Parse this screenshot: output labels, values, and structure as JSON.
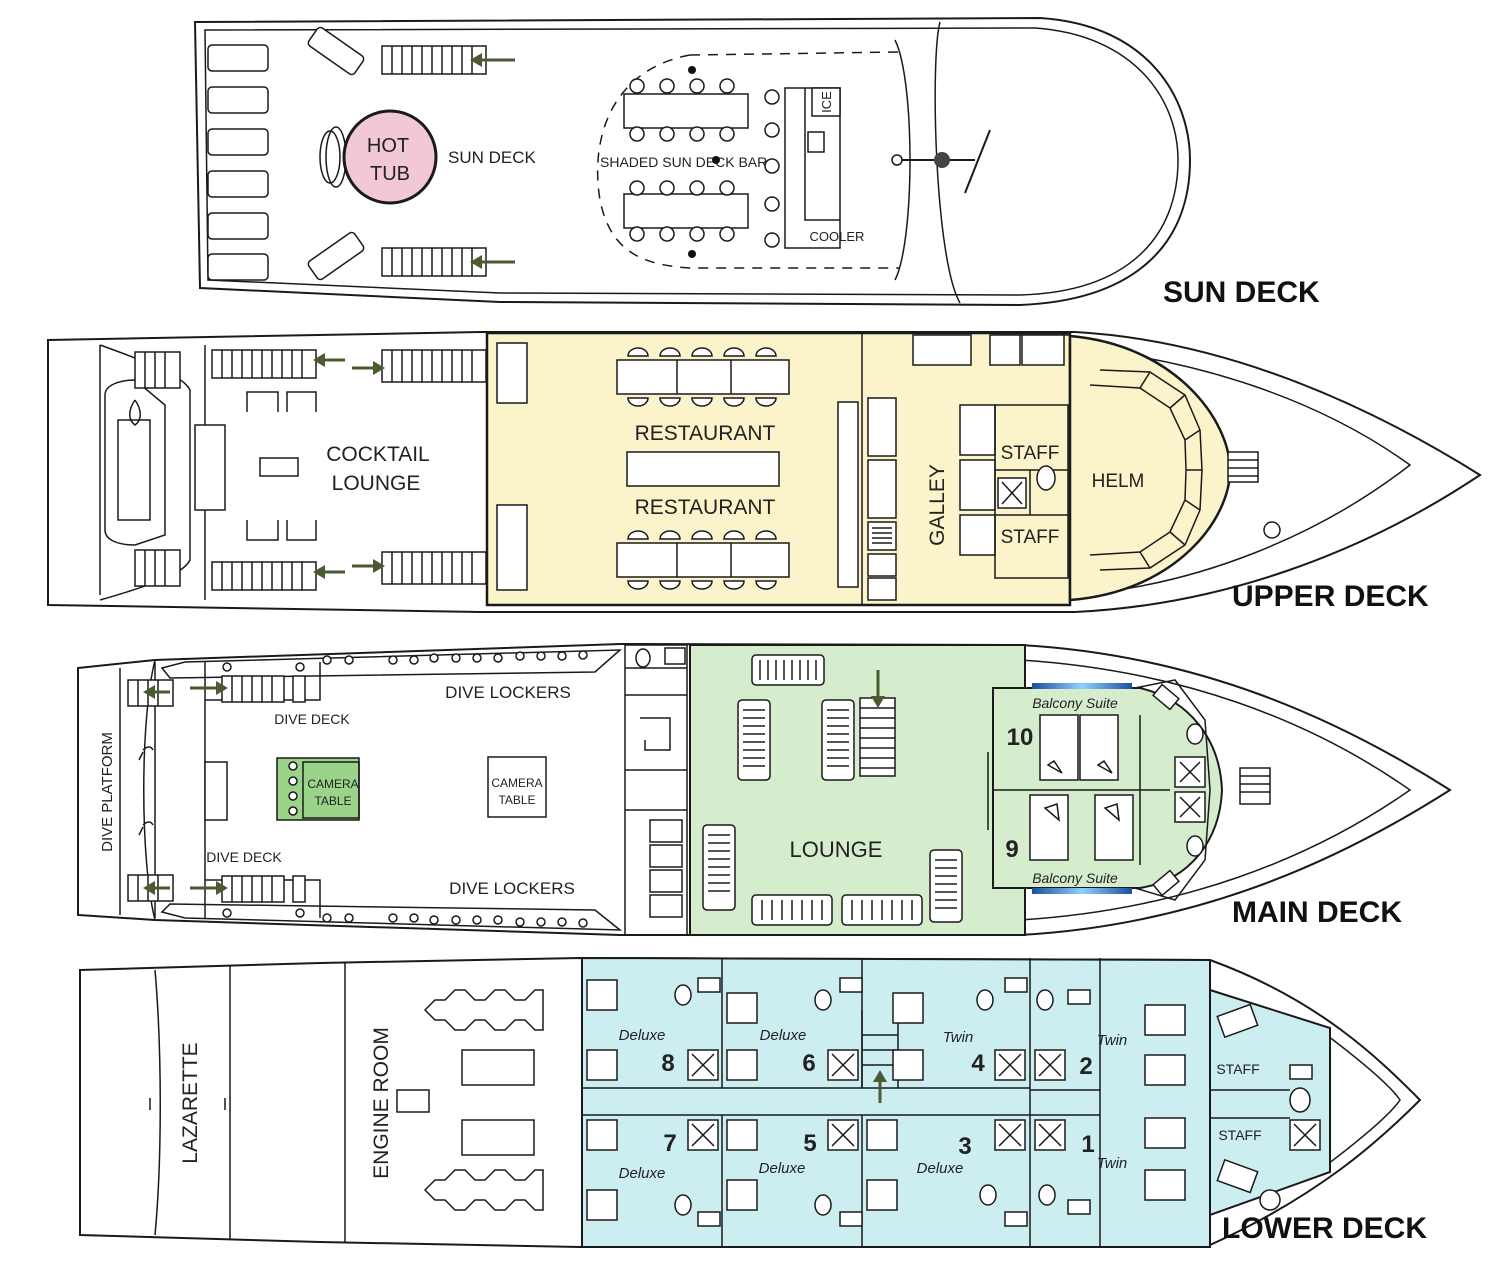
{
  "colors": {
    "sun_deck": "#f2c7d6",
    "upper_deck_outer": "#f5e33a",
    "upper_deck_inner": "#fbf3c9",
    "main_deck_outer": "#9bd38b",
    "main_deck_inner": "#d5edcc",
    "lower_deck_outer": "#97d5de",
    "lower_deck_inner": "#cdeef1",
    "arrow": "#4a5a33"
  },
  "decks": {
    "sun": {
      "title": "SUN DECK",
      "labels": {
        "hot": "HOT",
        "tub": "TUB",
        "sun_deck": "SUN DECK",
        "bar": "SHADED SUN DECK BAR",
        "ice": "ICE",
        "cooler": "COOLER"
      }
    },
    "upper": {
      "title": "UPPER DECK",
      "labels": {
        "cocktail": "COCKTAIL",
        "lounge": "LOUNGE",
        "restaurant_1": "RESTAURANT",
        "restaurant_2": "RESTAURANT",
        "galley": "GALLEY",
        "staff_1": "STAFF",
        "staff_2": "STAFF",
        "helm": "HELM"
      }
    },
    "main": {
      "title": "MAIN DECK",
      "labels": {
        "dive_platform": "DIVE PLATFORM",
        "dive_deck_1": "DIVE DECK",
        "dive_deck_2": "DIVE DECK",
        "dive_lockers_1": "DIVE LOCKERS",
        "dive_lockers_2": "DIVE LOCKERS",
        "camera": "CAMERA",
        "table": "TABLE",
        "lounge": "LOUNGE",
        "balcony_1": "Balcony Suite",
        "balcony_2": "Balcony Suite",
        "cabin_10": "10",
        "cabin_9": "9"
      }
    },
    "lower": {
      "title": "LOWER DECK",
      "labels": {
        "lazarette": "LAZARETTE",
        "engine_room": "ENGINE ROOM",
        "staff_1": "STAFF",
        "staff_2": "STAFF"
      },
      "cabins": [
        {
          "num": "8",
          "type": "Deluxe"
        },
        {
          "num": "6",
          "type": "Deluxe"
        },
        {
          "num": "4",
          "type": "Twin"
        },
        {
          "num": "2",
          "type": "Twin"
        },
        {
          "num": "7",
          "type": "Deluxe"
        },
        {
          "num": "5",
          "type": "Deluxe"
        },
        {
          "num": "3",
          "type": "Deluxe"
        },
        {
          "num": "1",
          "type": "Twin"
        }
      ]
    }
  }
}
